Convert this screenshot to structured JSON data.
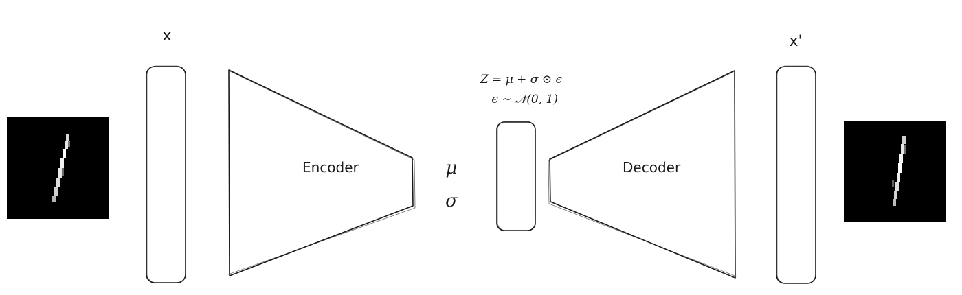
{
  "input": {
    "label": "x"
  },
  "output": {
    "label": "x'"
  },
  "encoder": {
    "label": "Encoder"
  },
  "decoder": {
    "label": "Decoder"
  },
  "latent": {
    "mu": "μ",
    "sigma": "σ",
    "eq1": "Z = μ + σ ⊙ ϵ",
    "eq2": "ϵ ∼ 𝒩(0, 1)"
  },
  "images": {
    "input_digit": "1",
    "output_digit": "1",
    "background": "#000000",
    "stroke": "#dcdcdc"
  }
}
